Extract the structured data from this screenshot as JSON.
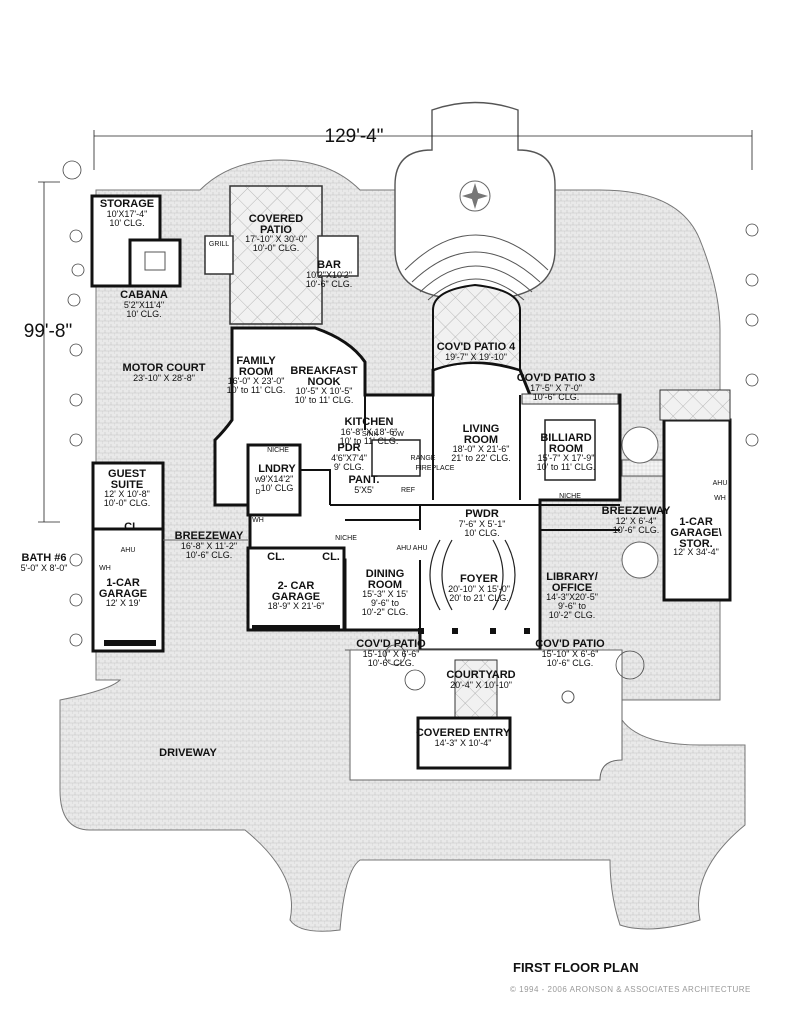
{
  "dimensions": {
    "width": "129'-4\"",
    "depth": "99'-8\""
  },
  "title": "FIRST FLOOR PLAN",
  "copyright": "© 1994 - 2006 ARONSON & ASSOCIATES ARCHITECTURE",
  "rooms": {
    "storage": [
      "STORAGE",
      "10'X17'-4\"",
      "10' CLG."
    ],
    "covered_patio": [
      "COVERED",
      "PATIO",
      "17'-10\" X 30'-0\"",
      "10'-0\" CLG."
    ],
    "bar": [
      "BAR",
      "10'2\"X10'2\"",
      "10'-6\" CLG."
    ],
    "cabana": [
      "CABANA",
      "5'2\"X11'4\"",
      "10' CLG."
    ],
    "motor_court": [
      "MOTOR COURT",
      "23'-10\" X 28'-8\""
    ],
    "family_room": [
      "FAMILY",
      "ROOM",
      "16'-0\" X 23'-0\"",
      "10' to 11' CLG."
    ],
    "breakfast_nook": [
      "BREAKFAST",
      "NOOK",
      "10'-5\" X 10'-5\"",
      "10' to 11' CLG."
    ],
    "covd_patio_4": [
      "COV'D PATIO 4",
      "19'-7\" X 19'-10\""
    ],
    "covd_patio_3": [
      "COV'D PATIO 3",
      "17'-5\" X 7'-0\"",
      "10'-6\" CLG."
    ],
    "kitchen": [
      "KITCHEN",
      "16'-8\" X 18'-6\"",
      "10' to 11' CLG."
    ],
    "living_room": [
      "LIVING",
      "ROOM",
      "18'-0\" X 21'-6\"",
      "21' to 22' CLG."
    ],
    "billiard_room": [
      "BILLIARD",
      "ROOM",
      "15'-7\" X 17'-9\"",
      "10' to 11' CLG."
    ],
    "pdr": [
      "PDR",
      "4'6\"X7'4\"",
      "9' CLG."
    ],
    "lndry": [
      "LNDRY",
      "9'X14'2\"",
      "10' CLG"
    ],
    "pant": [
      "PANT.",
      "5'X5'"
    ],
    "guest_suite": [
      "GUEST",
      "SUITE",
      "12' X 10'-8\"",
      "10'-0\" CLG."
    ],
    "pwdr": [
      "PWDR",
      "7'-6\" X 5'-1\"",
      "10' CLG."
    ],
    "breezeway_right": [
      "BREEZEWAY",
      "12' X 6'-4\"",
      "10'-6\" CLG."
    ],
    "garage_stor": [
      "1-CAR",
      "GARAGE\\",
      "STOR.",
      "12' X 34'-4\""
    ],
    "breezeway_left": [
      "BREEZEWAY",
      "16'-8\" X 11'-2\"",
      "10'-6\" CLG."
    ],
    "bath6": [
      "BATH #6",
      "5'-0\" X 8'-0\""
    ],
    "garage_left": [
      "1-CAR",
      "GARAGE",
      "12' X 19'"
    ],
    "garage_2car": [
      "2- CAR",
      "GARAGE",
      "18'-9\" X 21'-6\""
    ],
    "dining_room": [
      "DINING",
      "ROOM",
      "15'-3\" X 15'",
      "9'-6\" to",
      "10'-2\" CLG."
    ],
    "foyer": [
      "FOYER",
      "20'-10\" X 15'-0\"",
      "20' to 21' CLG."
    ],
    "library": [
      "LIBRARY/",
      "OFFICE",
      "14'-3\"X20'-5\"",
      "9'-6\" to",
      "10'-2\" CLG."
    ],
    "covd_patio_left": [
      "COV'D PATIO",
      "15'-10\" X 6'-6\"",
      "10'-6\" CLG."
    ],
    "covd_patio_right": [
      "COV'D PATIO",
      "15'-10\" X 6'-6\"",
      "10'-6\" CLG."
    ],
    "courtyard": [
      "COURTYARD",
      "20'-4\" X 10'-10\""
    ],
    "covered_entry": [
      "COVERED ENTRY",
      "14'-3\" X 10'-4\""
    ],
    "driveway": [
      "DRIVEWAY"
    ]
  },
  "small_labels": {
    "cl": "CL.",
    "grill": "GRILL",
    "sink": "SINK",
    "dw": "DW",
    "ref": "REF",
    "range": "RANGE",
    "niche": "NICHE",
    "fireplace": "FIREPLACE",
    "wh": "WH",
    "ahu": "AHU",
    "ahu_pair": "AHU AHU",
    "w": "W",
    "d": "D"
  }
}
